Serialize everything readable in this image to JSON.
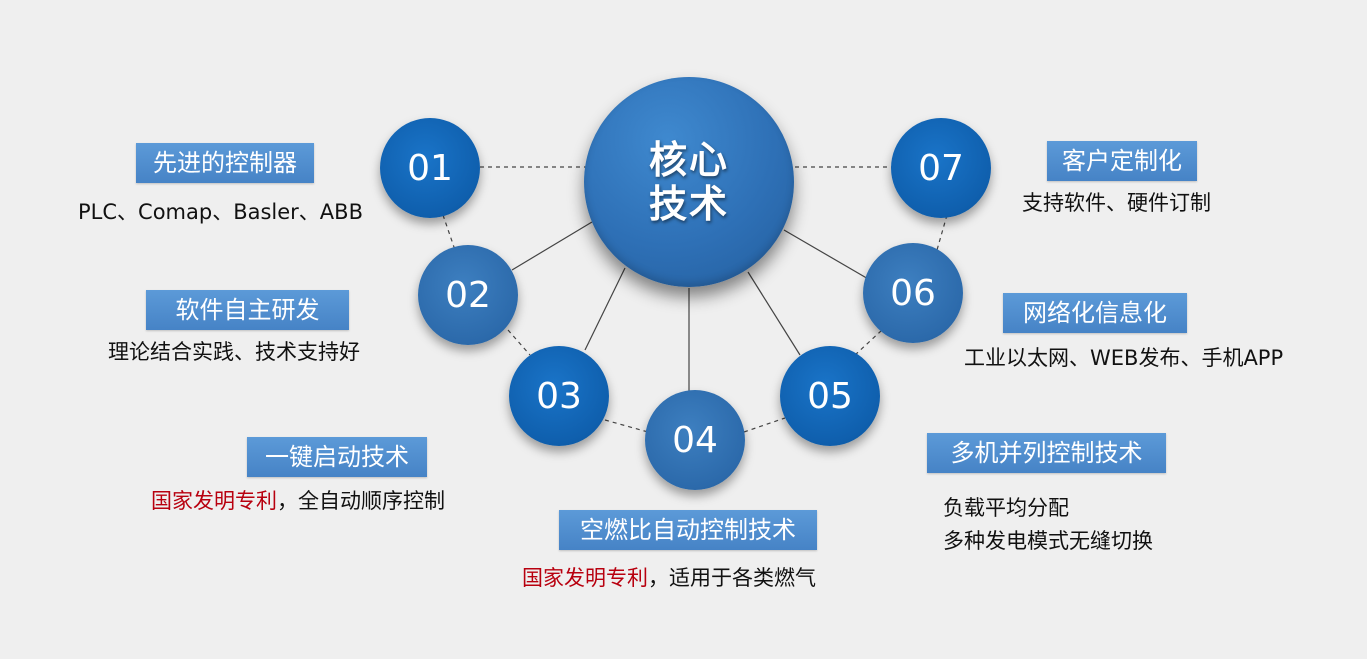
{
  "center": {
    "line1": "核心",
    "line2": "技术"
  },
  "nodes": [
    {
      "num": "01",
      "title": "先进的控制器",
      "desc": "PLC、Comap、Basler、ABB"
    },
    {
      "num": "02",
      "title": "软件自主研发",
      "desc": "理论结合实践、技术支持好"
    },
    {
      "num": "03",
      "title": "一键启动技术",
      "desc_red": "国家发明专利",
      "desc_rest": "，全自动顺序控制"
    },
    {
      "num": "04",
      "title": "空燃比自动控制技术",
      "desc_red": "国家发明专利",
      "desc_rest": "，适用于各类燃气"
    },
    {
      "num": "05",
      "title": "多机并列控制技术",
      "desc_line1": "负载平均分配",
      "desc_line2": "多种发电模式无缝切换"
    },
    {
      "num": "06",
      "title": "网络化信息化",
      "desc": "工业以太网、WEB发布、手机APP"
    },
    {
      "num": "07",
      "title": "客户定制化",
      "desc": "支持软件、硬件订制"
    }
  ],
  "colors": {
    "accent": "#0f5fad",
    "tag": "#4f8dcf",
    "highlight": "#b8000f",
    "background": "#efefef"
  }
}
